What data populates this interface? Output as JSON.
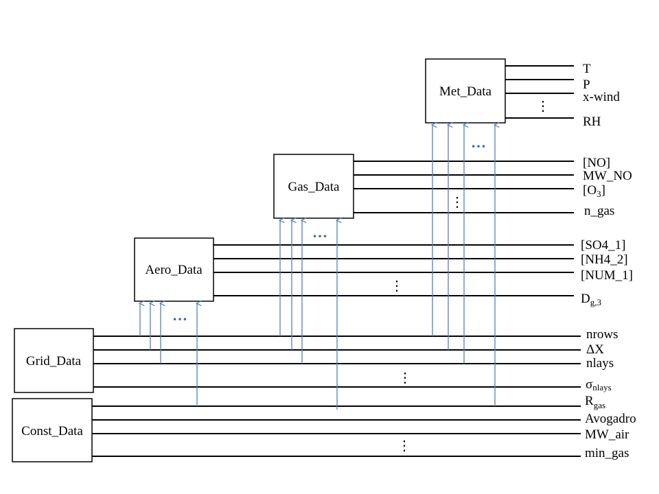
{
  "boxes": {
    "met": "Met_Data",
    "gas": "Gas_Data",
    "aero": "Aero_Data",
    "grid": "Grid_Data",
    "const": "Const_Data"
  },
  "met_vars": [
    "T",
    "P",
    "x-wind",
    "RH"
  ],
  "gas_vars": {
    "no": "[NO]",
    "mw_no": "MW_NO",
    "o3_open": "[O",
    "o3_sub": "3",
    "o3_close": "]",
    "n_gas": "n_gas"
  },
  "aero_vars": {
    "so4": "[SO4_1]",
    "nh4": "[NH4_2]",
    "num": "[NUM_1]",
    "dg": "D",
    "dg_sub": "g,3"
  },
  "grid_vars": {
    "nrows": "nrows",
    "dx": "ΔX",
    "nlays": "nlays",
    "sigma": "σ",
    "sigma_sub": "nlays"
  },
  "const_vars": {
    "rgas": "R",
    "rgas_sub": "gas",
    "avogadro": "Avogadro",
    "mw_air": "MW_air",
    "min_gas": "min_gas"
  },
  "ellipsis_vertical": "⋮",
  "ellipsis_horizontal": "…",
  "colors": {
    "line": "#000000",
    "arrow": "#4f81bd",
    "dots_blue": "#2f6db5"
  }
}
